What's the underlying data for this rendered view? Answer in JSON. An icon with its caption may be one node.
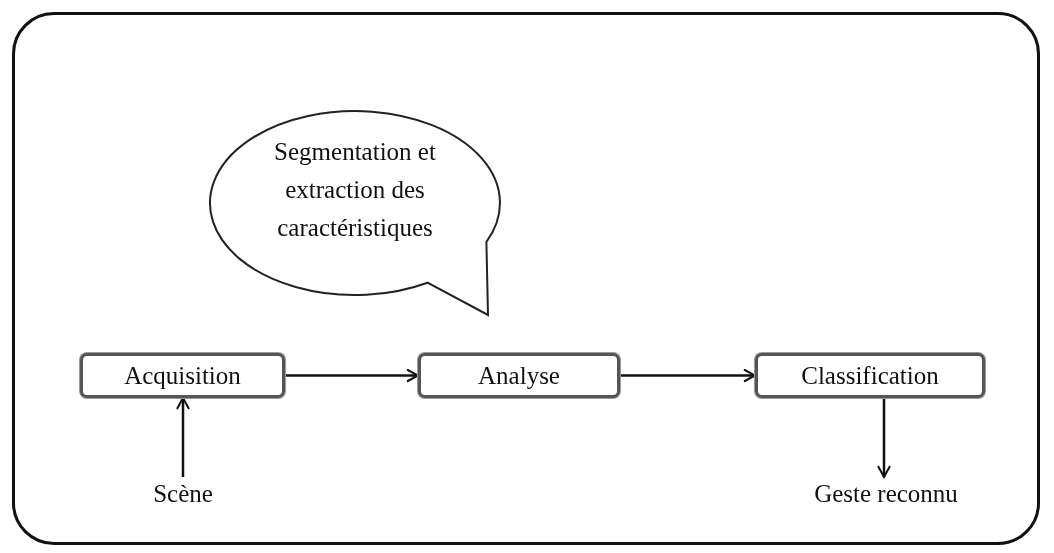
{
  "diagram": {
    "nodes": [
      {
        "text": [],
        "shape": "box"
      },
      {
        "text": [
          "Segmentation et extraction des caractéristiques"
        ],
        "in": 0
      },
      {
        "text": [
          "Acquisition"
        ],
        "in": 0
      },
      {
        "text": [
          "Analyse"
        ],
        "in": 0
      },
      {
        "text": [
          "Classification"
        ],
        "in": 0
      },
      {
        "text": [
          "Scène"
        ],
        "in": 0
      },
      {
        "text": [
          "Geste reconnu"
        ],
        "in": 0
      }
    ],
    "edges": [
      {
        "from": 5,
        "to": 2,
        "arrow": "to"
      },
      {
        "from": 2,
        "to": 3,
        "arrow": "to"
      },
      {
        "from": 3,
        "to": 4,
        "arrow": "to"
      },
      {
        "from": 4,
        "to": 6,
        "arrow": "to"
      }
    ]
  }
}
